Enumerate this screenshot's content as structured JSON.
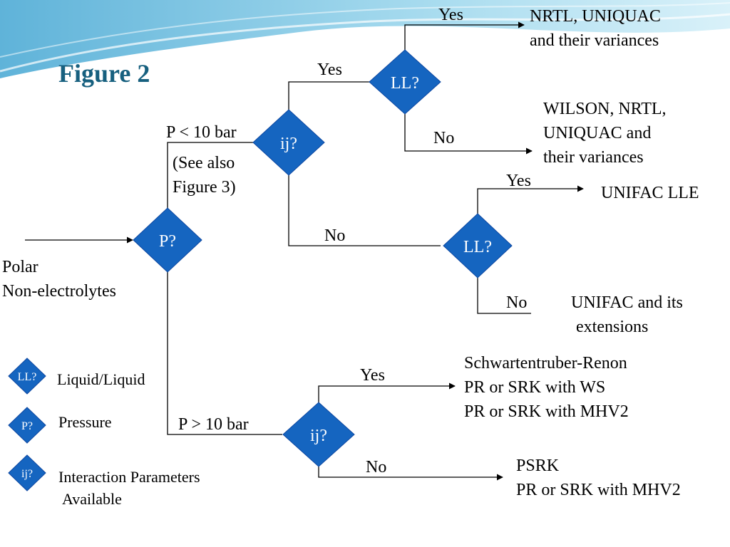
{
  "title": "Figure 2",
  "input_label": [
    "Polar",
    "Non-electrolytes"
  ],
  "nodes": {
    "p": "P?",
    "ij_top": "ij?",
    "ij_bottom": "ij?",
    "ll_top": "LL?",
    "ll_mid": "LL?"
  },
  "edges": {
    "p_low": "P < 10 bar",
    "p_low_note": [
      "(See also",
      "Figure 3)"
    ],
    "p_high": "P > 10 bar",
    "ij_top_yes": "Yes",
    "ij_top_no": "No",
    "ll_top_yes": "Yes",
    "ll_top_no": "No",
    "ll_mid_yes": "Yes",
    "ll_mid_no": "No",
    "ij_bottom_yes": "Yes",
    "ij_bottom_no": "No"
  },
  "outcomes": {
    "nrtl_uniquac": [
      "NRTL, UNIQUAC",
      "and their variances"
    ],
    "wilson": [
      "WILSON, NRTL,",
      "UNIQUAC and",
      "their variances"
    ],
    "unifac_lle": "UNIFAC LLE",
    "unifac_ext": [
      "UNIFAC and its",
      "extensions"
    ],
    "high_p_yes": [
      "Schwartentruber-Renon",
      "PR or SRK with WS",
      "PR or SRK with MHV2"
    ],
    "high_p_no": [
      "PSRK",
      "PR or SRK with MHV2"
    ]
  },
  "legend": [
    {
      "symbol": "LL?",
      "label": [
        "Liquid/Liquid"
      ]
    },
    {
      "symbol": "P?",
      "label": [
        "Pressure"
      ]
    },
    {
      "symbol": "ij?",
      "label": [
        "Interaction Parameters",
        "Available"
      ]
    }
  ],
  "colors": {
    "diamond": "#1565c0",
    "title": "#17607f",
    "banner": "#7ec8e3"
  }
}
